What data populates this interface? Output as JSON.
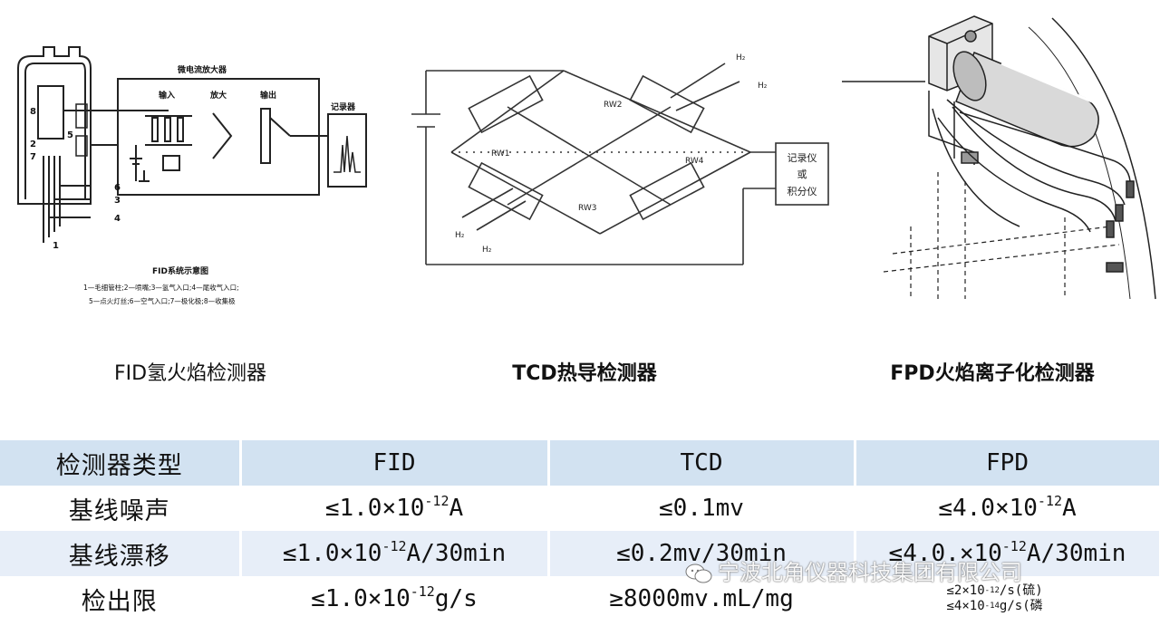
{
  "fid_diagram": {
    "amplifier_title": "微电流放大器",
    "input_label": "输入",
    "amplify_label": "放大",
    "output_label": "输出",
    "recorder_label": "记录器",
    "component_labels": [
      "8",
      "2",
      "7",
      "5",
      "6",
      "3",
      "4",
      "1"
    ],
    "figure_title": "FID系统示意图",
    "legend_line1": "1—毛细管柱;2—喷嘴;3—氢气入口;4—尾收气入口;",
    "legend_line2": "5—点火灯丝;6—空气入口;7—极化极;8—收集极"
  },
  "tcd_diagram": {
    "resistors": [
      "RW1",
      "RW2",
      "RW3",
      "RW4"
    ],
    "gas_label": "H₂",
    "recorder_line1": "记录仪",
    "recorder_line2": "或",
    "recorder_line3": "积分仪"
  },
  "captions": {
    "fid": "FID氢火焰检测器",
    "tcd": "TCD热导检测器",
    "fpd": "FPD火焰离子化检测器"
  },
  "table": {
    "header": [
      "检测器类型",
      "FID",
      "TCD",
      "FPD"
    ],
    "rows": [
      {
        "label": "基线噪声",
        "fid": {
          "pre": "≤1.0×10",
          "exp": "-12",
          "post": "A"
        },
        "tcd": "≤0.1mv",
        "fpd": {
          "pre": "≤4.0×10",
          "exp": "-12",
          "post": "A"
        }
      },
      {
        "label": "基线漂移",
        "fid": {
          "pre": "≤1.0×10",
          "exp": "-12",
          "post": "A/30min"
        },
        "tcd": "≤0.2mv/30min",
        "fpd": {
          "pre": "≤4.0.×10",
          "exp": "-12",
          "post": "A/30min"
        }
      },
      {
        "label": "检出限",
        "fid": {
          "pre": "≤1.0×10",
          "exp": "-12",
          "post": "g/s"
        },
        "tcd": "≥8000mv.mL/mg",
        "fpd_line1": {
          "pre": "≤2×10",
          "exp": "-12",
          "post": "/s(硫)"
        },
        "fpd_line2": {
          "pre": "≤4×10",
          "exp": "-14",
          "post": "g/s(磷"
        }
      }
    ]
  },
  "watermark": "宁波北角仪器科技集团有限公司",
  "colors": {
    "header_bg": "#d2e2f1",
    "row_light_bg": "#e7eef8",
    "row_white_bg": "#ffffff"
  }
}
